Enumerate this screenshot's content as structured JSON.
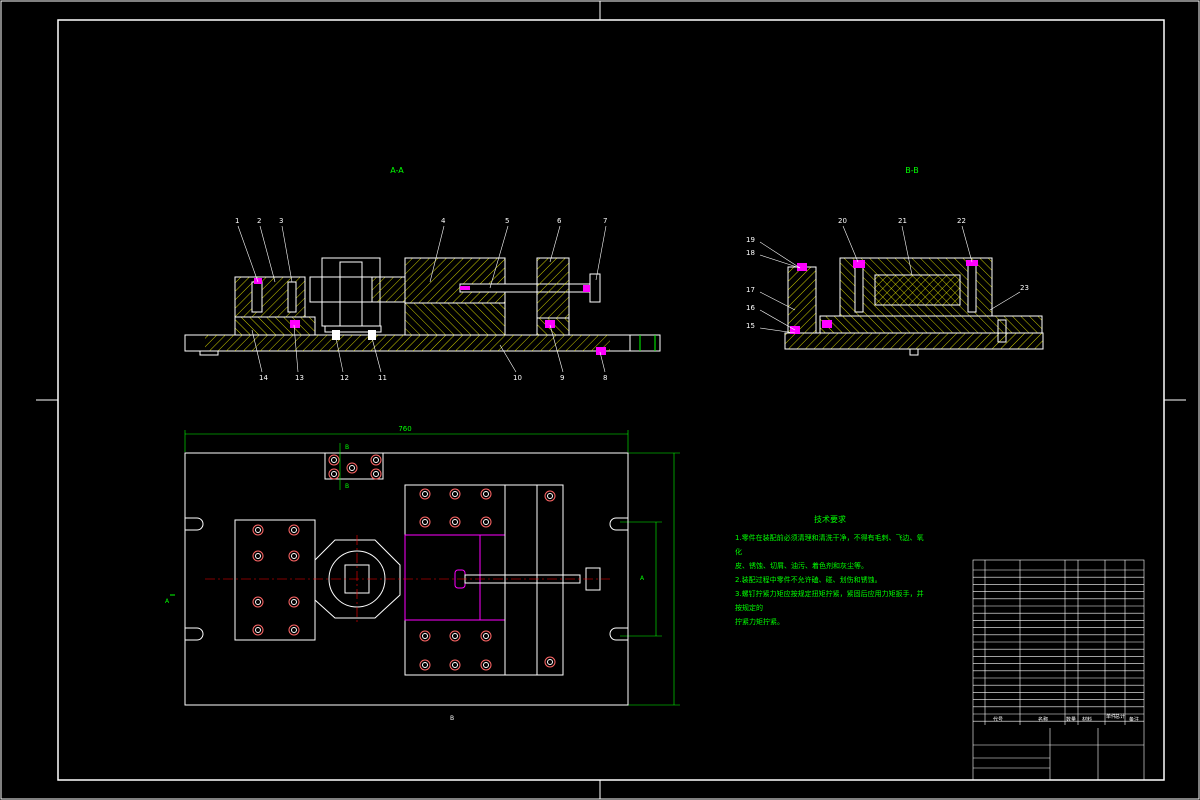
{
  "views": {
    "section_aa": "A-A",
    "section_bb": "B-B"
  },
  "balloons": {
    "aa_top": [
      "1",
      "2",
      "3",
      "4",
      "5",
      "6",
      "7"
    ],
    "aa_bottom": [
      "14",
      "13",
      "12",
      "11",
      "10",
      "9",
      "8"
    ],
    "bb_left": [
      "19",
      "18",
      "17",
      "16",
      "15"
    ],
    "bb_top": [
      "20",
      "21",
      "22"
    ],
    "bb_right": "23"
  },
  "dimensions": {
    "overall_length": "760"
  },
  "section_marks": {
    "b_top": "B",
    "b_bottom": "B",
    "a_left": "A",
    "a_right": "A"
  },
  "tech_requirements": {
    "title": "技术要求",
    "lines": [
      "1.零件在装配前必须清理和清洗干净，不得有毛刺、飞边、氧化",
      "皮、锈蚀、切屑、油污、着色剂和灰尘等。",
      "2.装配过程中零件不允许磕、碰、划伤和锈蚀。",
      "3.螺钉拧紧力矩应按规定扭矩拧紧，紧固后应用力矩扳手，并按规定的",
      "拧紧力矩拧紧。"
    ]
  },
  "title_block": {
    "header": [
      "代号",
      "名称",
      "数量",
      "材料",
      "单件",
      "总计",
      "备注"
    ]
  },
  "colors": {
    "line": "#ffffff",
    "dimension": "#00ff00",
    "hatch": "#ffff00",
    "fastener": "#ff00ff",
    "centerline": "#ff0000",
    "hole": "#ff6666"
  }
}
